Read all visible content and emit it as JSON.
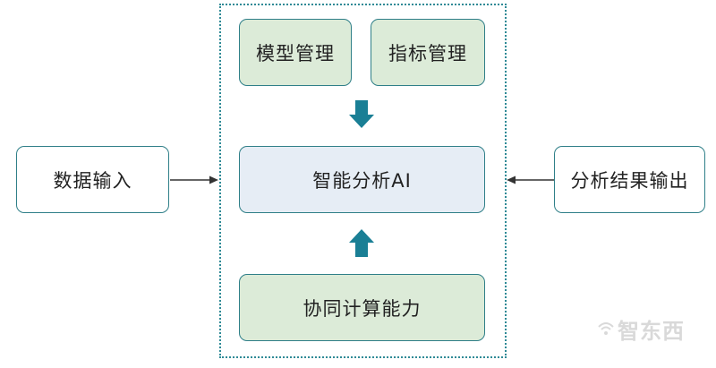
{
  "nodes": {
    "model_mgmt": "模型管理",
    "metric_mgmt": "指标管理",
    "smart_ai": "智能分析AI",
    "collab_compute": "协同计算能力",
    "data_input": "数据输入",
    "result_output": "分析结果输出"
  },
  "watermark": "智东西",
  "colors": {
    "border": "#2f7f88",
    "green_fill": "#dcebd8",
    "blue_fill": "#e6edf5",
    "arrow_block": "#1a7f95",
    "connector": "#333333"
  }
}
